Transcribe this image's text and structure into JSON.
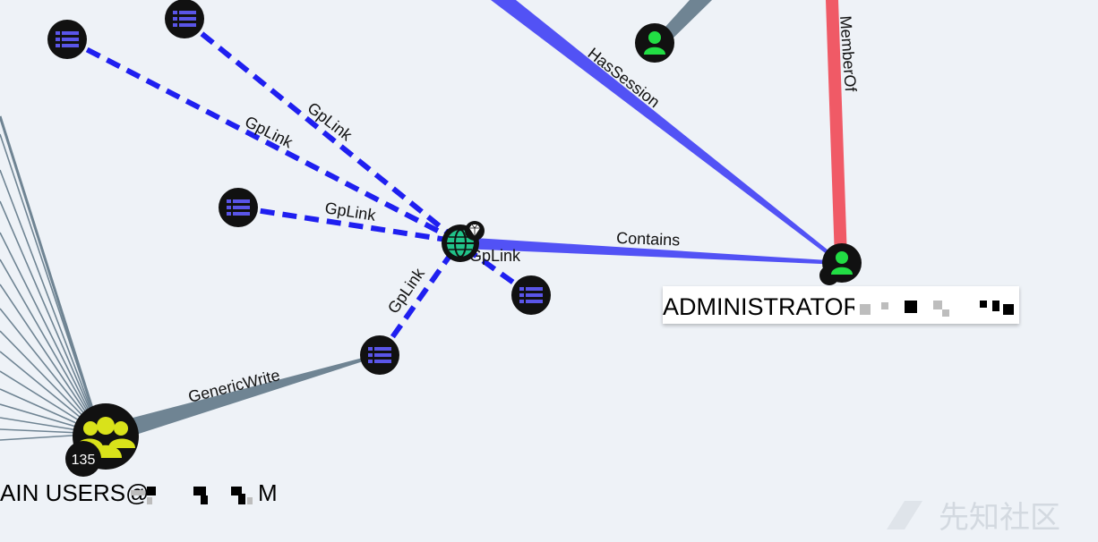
{
  "edges": {
    "gplink": "GpLink",
    "has_session": "HasSession",
    "member_of": "MemberOf",
    "contains": "Contains",
    "generic_write": "GenericWrite"
  },
  "nodes": {
    "domain_users_label": "AIN USERS@",
    "domain_users_tail": "M",
    "domain_users_count": "135",
    "administrator_label": "ADMINISTRATOR"
  },
  "colors": {
    "gplink": "#1f1ff0",
    "has_session": "#5252f5",
    "member_of": "#f05a66",
    "contains": "#5252f5",
    "generic_write": "#6f8493",
    "group_node": "#d9e21a",
    "user_node": "#22dd44",
    "gpo_icon": "#5a55e8",
    "domain_node": "#21c48a"
  },
  "icons": {
    "gpo": "list-icon",
    "user": "user-icon",
    "group": "users-group-icon",
    "domain": "globe-icon",
    "highvalue": "diamond-icon"
  },
  "watermark": "先知社区"
}
